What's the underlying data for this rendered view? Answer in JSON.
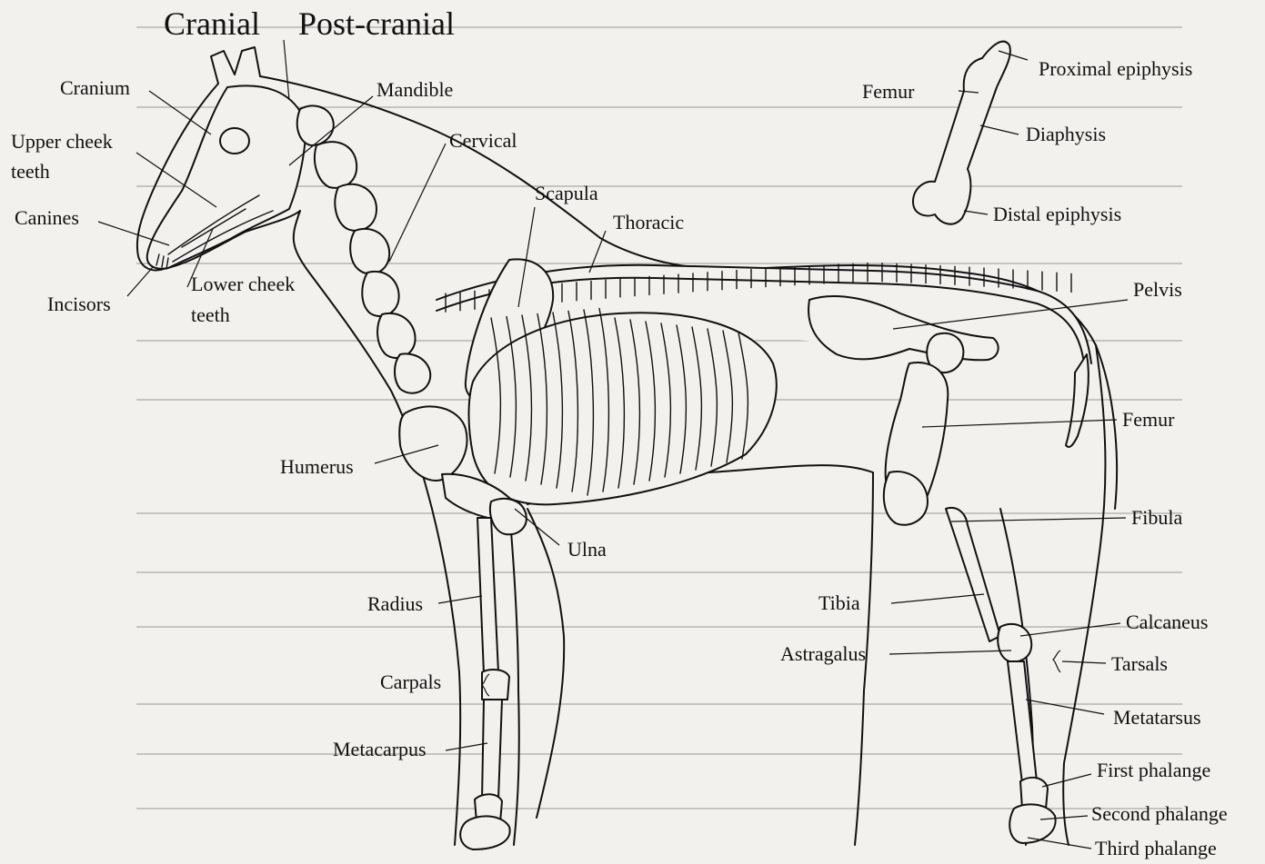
{
  "headings": {
    "cranial": "Cranial",
    "post_cranial": "Post-cranial"
  },
  "labels": {
    "cranium": "Cranium",
    "mandible": "Mandible",
    "upper_cheek_1": "Upper cheek",
    "upper_cheek_2": "teeth",
    "cervical": "Cervical",
    "canines": "Canines",
    "scapula": "Scapula",
    "thoracic": "Thoracic",
    "lower_cheek_1": "Lower cheek",
    "lower_cheek_2": "teeth",
    "incisors": "Incisors",
    "pelvis": "Pelvis",
    "femur": "Femur",
    "humerus": "Humerus",
    "ulna": "Ulna",
    "fibula": "Fibula",
    "radius": "Radius",
    "tibia": "Tibia",
    "calcaneus": "Calcaneus",
    "astragalus": "Astragalus",
    "tarsals": "Tarsals",
    "carpals": "Carpals",
    "metatarsus": "Metatarsus",
    "metacarpus": "Metacarpus",
    "first_phalange": "First phalange",
    "second_phalange": "Second phalange",
    "third_phalange": "Third phalange"
  },
  "inset": {
    "femur": "Femur",
    "proximal_epiphysis": "Proximal epiphysis",
    "diaphysis": "Diaphysis",
    "distal_epiphysis": "Distal epiphysis"
  },
  "colors": {
    "background": "#f3f1ee",
    "ink": "#111111"
  }
}
